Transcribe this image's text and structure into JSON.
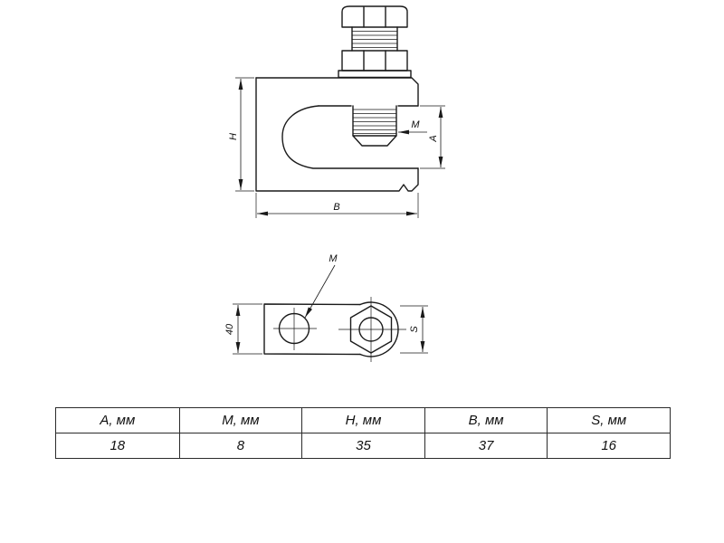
{
  "colors": {
    "ink": "#1a1a1a",
    "background": "#ffffff"
  },
  "drawing": {
    "front_view": {
      "dim_h_label": "H",
      "dim_b_label": "B",
      "dim_a_label": "A",
      "dim_m_label": "M"
    },
    "top_view": {
      "leader_m_label": "M",
      "dim_width_label": "40",
      "dim_s_label": "S"
    }
  },
  "table": {
    "headers": [
      "A, мм",
      "M, мм",
      "H, мм",
      "B, мм",
      "S, мм"
    ],
    "values": [
      "18",
      "8",
      "35",
      "37",
      "16"
    ]
  }
}
